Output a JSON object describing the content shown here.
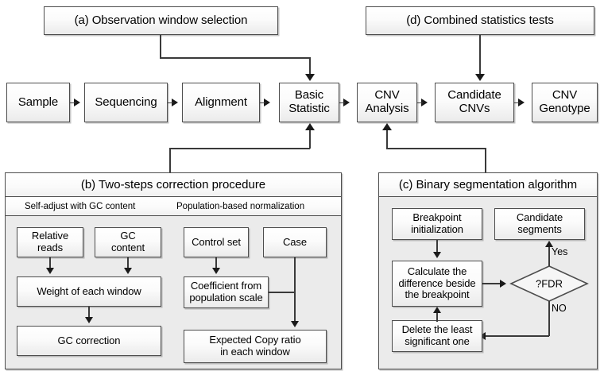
{
  "figure": {
    "title": "CNV detection pipeline flowchart",
    "colors": {
      "box_border": "#4d4d4d",
      "box_fill_top": "#ffffff",
      "box_fill_bottom": "#ebebeb",
      "panel_fill": "#ebebeb",
      "line": "#3a3a3a",
      "arrow": "#1a1a1a",
      "text": "#000000",
      "background": "#ffffff"
    }
  },
  "top_boxes": {
    "a": {
      "label": "(a) Observation window selection"
    },
    "d": {
      "label": "(d) Combined statistics tests"
    }
  },
  "pipeline": {
    "steps": [
      {
        "label": "Sample"
      },
      {
        "label": "Sequencing"
      },
      {
        "label": "Alignment"
      },
      {
        "label": "Basic\nStatistic",
        "line1": "Basic",
        "line2": "Statistic"
      },
      {
        "label": "CNV\nAnalysis",
        "line1": "CNV",
        "line2": "Analysis"
      },
      {
        "label": "Candidate\nCNVs",
        "line1": "Candidate",
        "line2": "CNVs"
      },
      {
        "label": "CNV\nGenotype",
        "line1": "CNV",
        "line2": "Genotype"
      }
    ]
  },
  "panel_b": {
    "title": "(b) Two-steps correction procedure",
    "subtitle_left": "Self-adjust with GC content",
    "subtitle_right": "Population-based normalization",
    "nodes": {
      "relative_reads_l1": "Relative",
      "relative_reads_l2": "reads",
      "gc_content_l1": "GC",
      "gc_content_l2": "content",
      "weight_window": "Weight of each window",
      "gc_correction": "GC correction",
      "control_set": "Control set",
      "case": "Case",
      "coefficient_l1": "Coefficient from",
      "coefficient_l2": "population scale",
      "expected_l1": "Expected Copy ratio",
      "expected_l2": "in each window"
    }
  },
  "panel_c": {
    "title": "(c) Binary segmentation algorithm",
    "nodes": {
      "breakpoint_l1": "Breakpoint",
      "breakpoint_l2": "initialization",
      "candidate_l1": "Candidate",
      "candidate_l2": "segments",
      "calculate_l1": "Calculate the",
      "calculate_l2": "difference beside",
      "calculate_l3": "the breakpoint",
      "delete_l1": "Delete the least",
      "delete_l2": "significant one",
      "decision": "?FDR"
    },
    "edge_labels": {
      "yes": "Yes",
      "no": "NO"
    }
  }
}
